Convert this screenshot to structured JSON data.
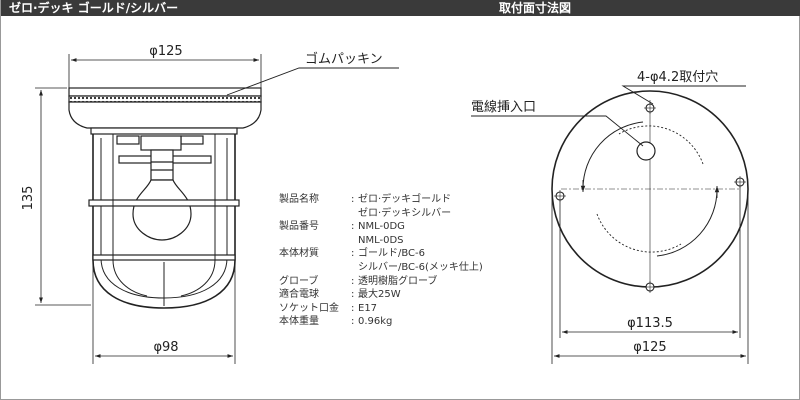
{
  "header": {
    "title": "ゼロ·デッキ ゴールド/シルバー",
    "subtitle": "取付面寸法図"
  },
  "side_view": {
    "dim_top": "φ125",
    "dim_bottom": "φ98",
    "dim_height": "135",
    "gasket_label": "ゴムパッキン"
  },
  "mount_view": {
    "holes_label": "4-φ4.2取付穴",
    "cable_label": "電線挿入口",
    "dim_inner": "φ113.5",
    "dim_outer": "φ125"
  },
  "specs": [
    {
      "label": "製品名称",
      "values": [
        "ゼロ·デッキゴールド",
        "ゼロ·デッキシルバー"
      ]
    },
    {
      "label": "製品番号",
      "values": [
        "NML-0DG",
        "NML-0DS"
      ]
    },
    {
      "label": "本体材質",
      "values": [
        "ゴールド/BC-6",
        "シルバー/BC-6(メッキ仕上)"
      ]
    },
    {
      "label": "グローブ",
      "values": [
        "透明樹脂グローブ"
      ]
    },
    {
      "label": "適合電球",
      "values": [
        "最大25W"
      ]
    },
    {
      "label": "ソケット口金",
      "values": [
        "E17"
      ]
    },
    {
      "label": "本体重量",
      "values": [
        "0.96kg"
      ]
    }
  ]
}
